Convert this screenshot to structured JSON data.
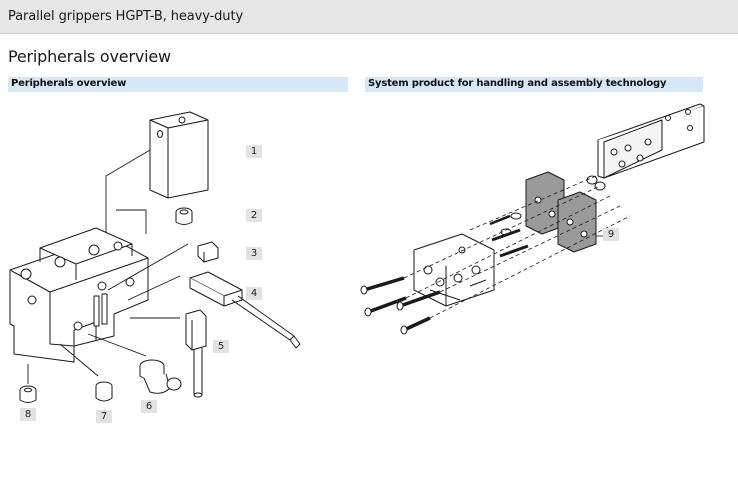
{
  "header": {
    "title": "Parallel grippers HGPT-B, heavy-duty"
  },
  "page": {
    "heading": "Peripherals overview"
  },
  "sections": {
    "left": {
      "title": "Peripherals overview"
    },
    "right": {
      "title": "System product for handling and assembly technology"
    }
  },
  "callouts": [
    "1",
    "2",
    "3",
    "4",
    "5",
    "6",
    "7",
    "8",
    "9"
  ],
  "colors": {
    "header_bg": "#e6e6e6",
    "section_bg": "#d6e8f5",
    "callout_bg": "#e2e2e2",
    "line": "#1a1a1a",
    "plate": "#9a9a9a"
  }
}
